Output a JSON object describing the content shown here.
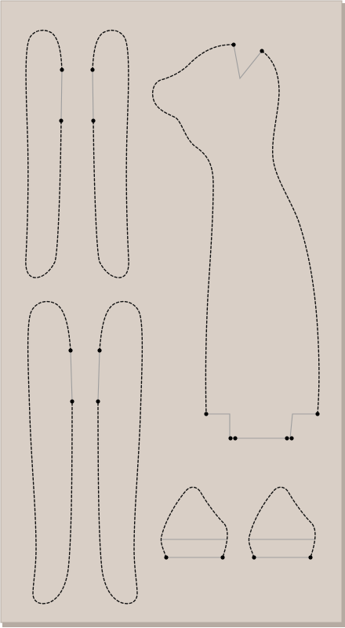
{
  "sheet": {
    "background_color": "#d9cfc6",
    "edge_color": "#b5aba2",
    "cut_line_color": "#111111",
    "fold_line_color": "#9e9e9e",
    "marker_color": "#000000"
  },
  "pattern": {
    "piece_count": 7,
    "line_styles": [
      "dashed-cut-line",
      "solid-fold-line"
    ],
    "marker": "black-dot"
  }
}
